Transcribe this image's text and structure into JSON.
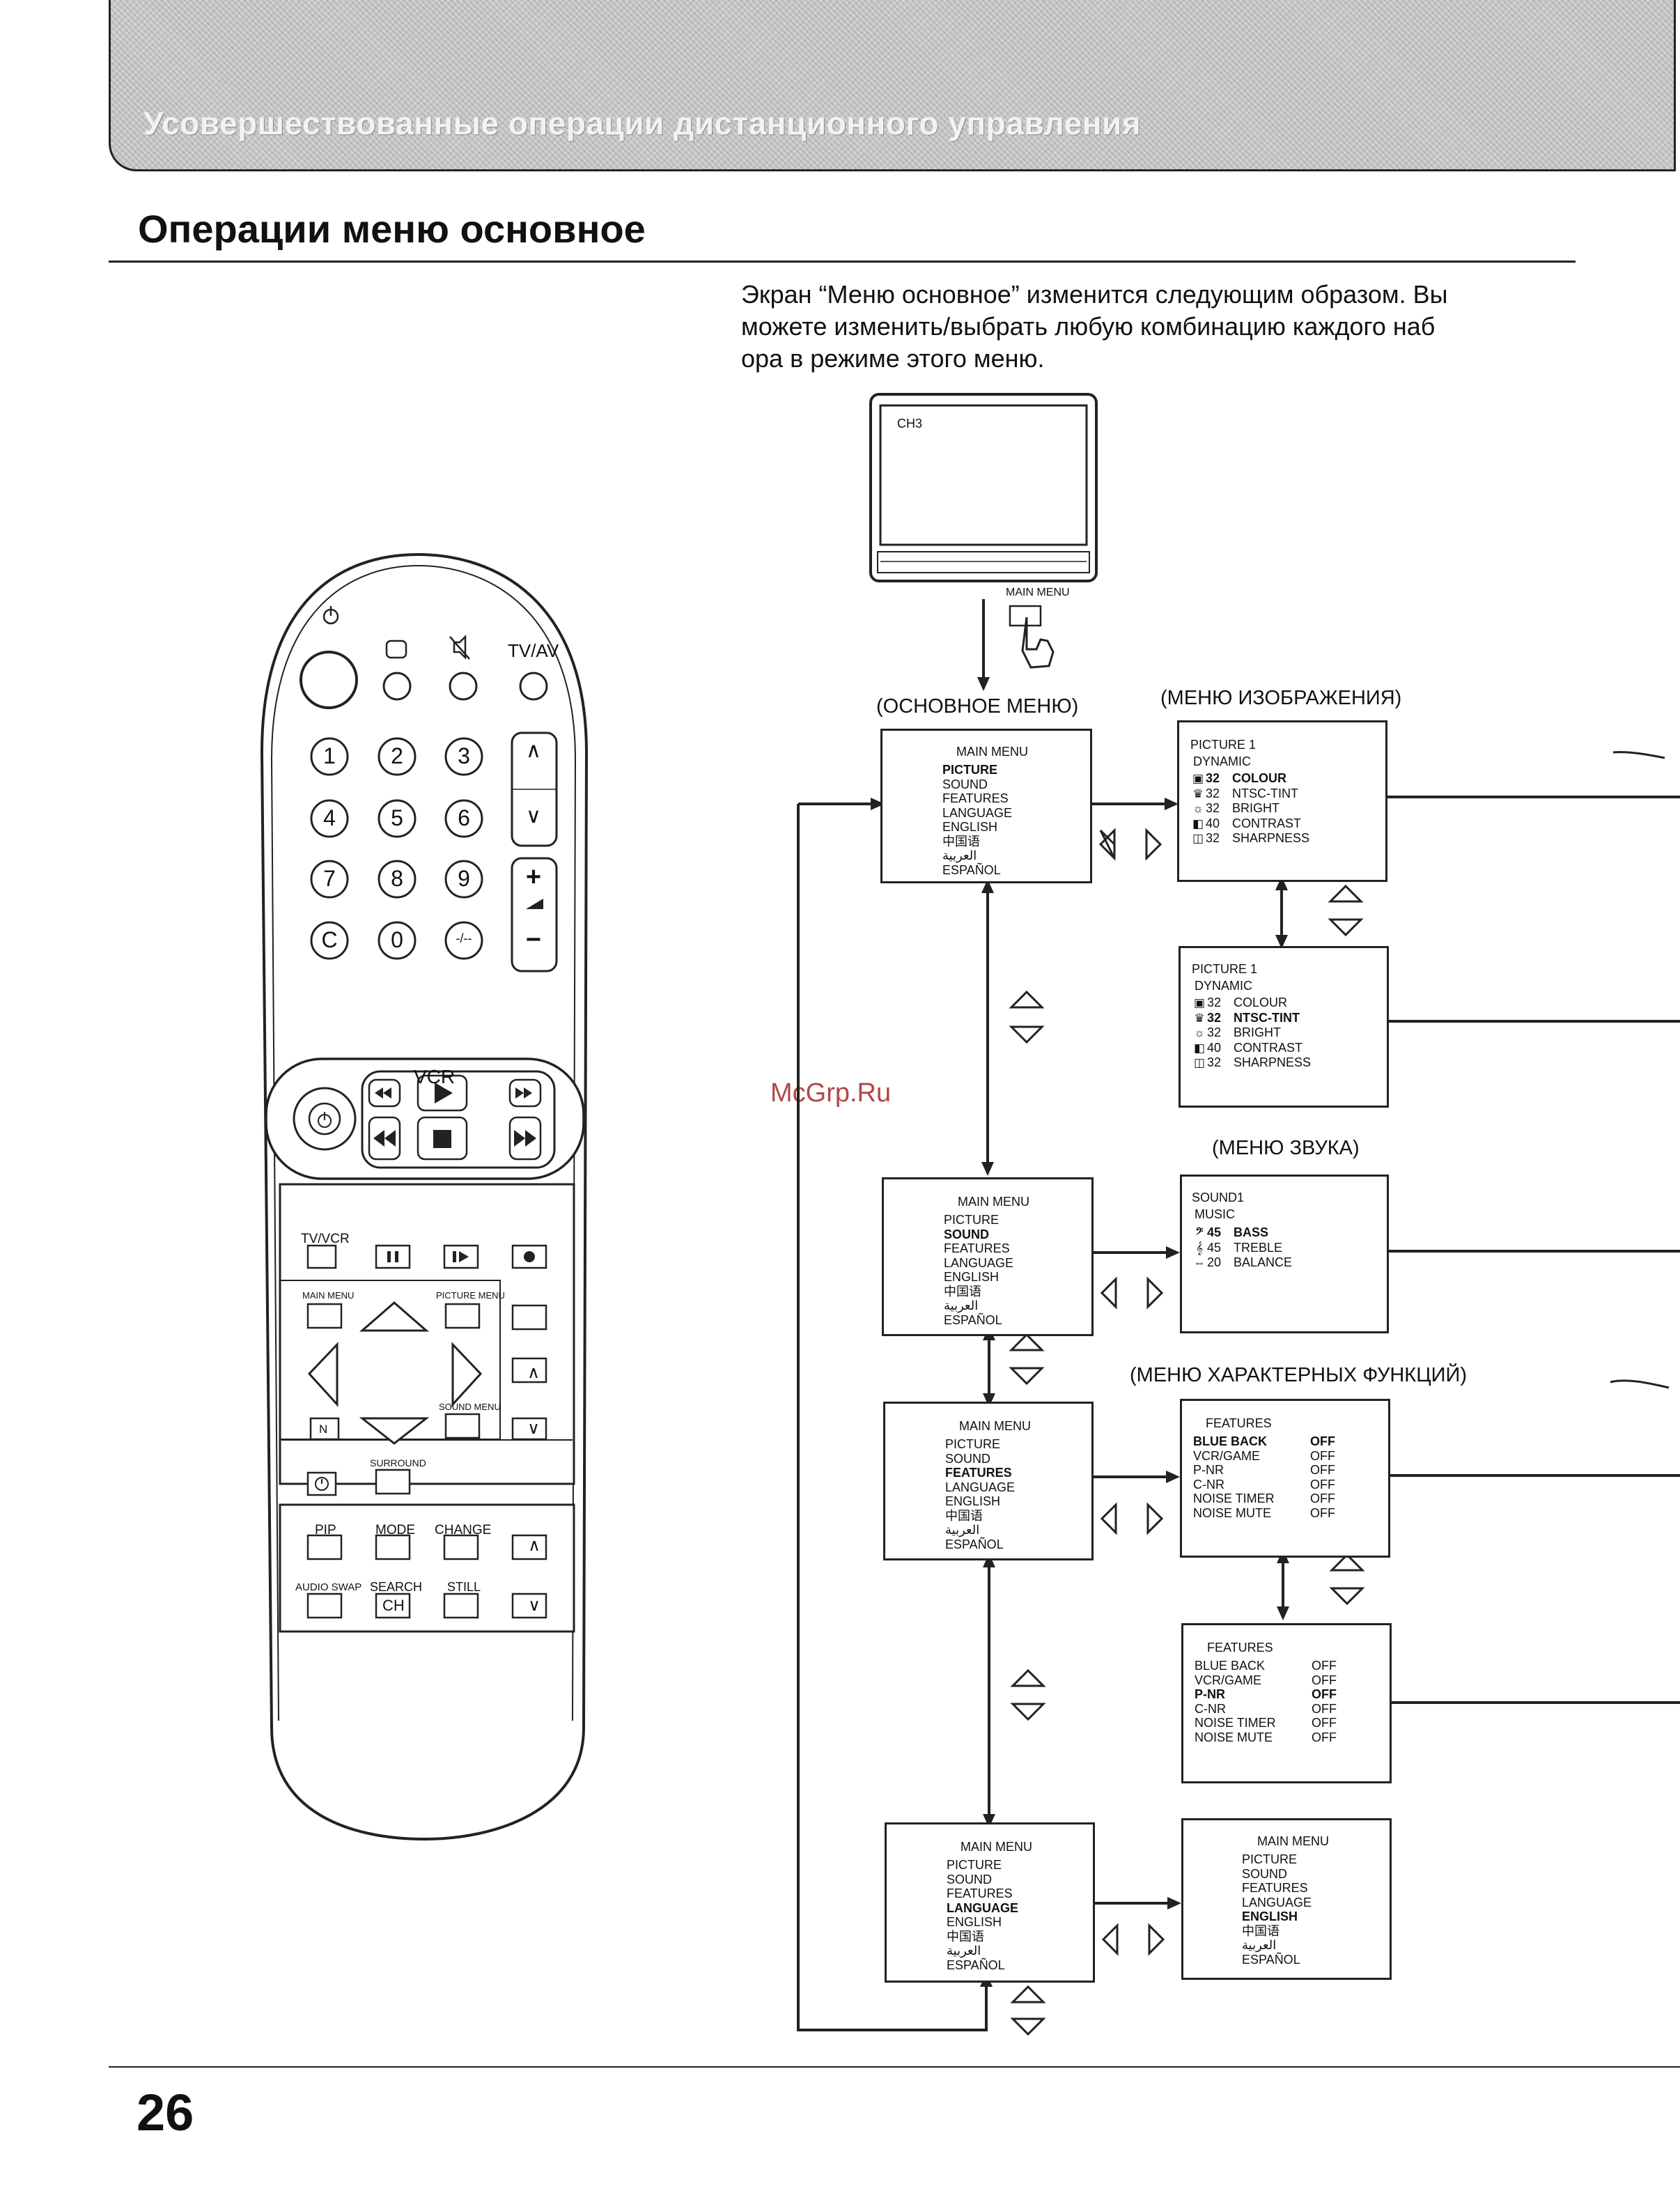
{
  "header": {
    "banner_title": "Усовершествованные операции дистанционного управления",
    "section_title": "Операции меню основное"
  },
  "intro": {
    "lines": [
      "Экран “Меню основное” изменится следующим образом. Вы",
      "можете изменить/выбрать любую комбинацию каждого наб",
      "ора в режиме этого меню."
    ]
  },
  "tv": {
    "channel": "CH3",
    "button_label": "MAIN MENU"
  },
  "headings": {
    "main": "(ОСНОВНОЕ МЕНЮ)",
    "picture": "(МЕНЮ ИЗОБРАЖЕНИЯ)",
    "sound": "(МЕНЮ ЗВУКА)",
    "features": "(МЕНЮ ХАРАКТЕРНЫХ ФУНКЦИЙ)"
  },
  "main_menu": {
    "title": "MAIN MENU",
    "items": [
      "PICTURE",
      "SOUND",
      "FEATURES",
      "LANGUAGE",
      "ENGLISH",
      "中国语",
      "العربية",
      "ESPAÑOL"
    ]
  },
  "picture_menu": {
    "title": "PICTURE 1",
    "mode": "DYNAMIC",
    "rows": [
      {
        "icon": "colour-icon",
        "glyph": "▣",
        "value": "32",
        "label": "COLOUR"
      },
      {
        "icon": "tint-icon",
        "glyph": "♛",
        "value": "32",
        "label": "NTSC-TINT"
      },
      {
        "icon": "bright-icon",
        "glyph": "☼",
        "value": "32",
        "label": "BRIGHT"
      },
      {
        "icon": "contrast-icon",
        "glyph": "◧",
        "value": "40",
        "label": "CONTRAST"
      },
      {
        "icon": "sharpness-icon",
        "glyph": "◫",
        "value": "32",
        "label": "SHARPNESS"
      }
    ]
  },
  "sound_menu": {
    "title": "SOUND1",
    "mode": "MUSIC",
    "rows": [
      {
        "icon": "bass-clef-icon",
        "glyph": "𝄢",
        "value": "45",
        "label": "BASS"
      },
      {
        "icon": "treble-clef-icon",
        "glyph": "𝄞",
        "value": "45",
        "label": "TREBLE"
      },
      {
        "icon": "balance-icon",
        "glyph": "⇔",
        "value": "20",
        "label": "BALANCE"
      }
    ]
  },
  "features_menu": {
    "title": "FEATURES",
    "rows": [
      {
        "label": "BLUE BACK",
        "value": "OFF"
      },
      {
        "label": "VCR/GAME",
        "value": "OFF"
      },
      {
        "label": "P-NR",
        "value": "OFF"
      },
      {
        "label": "C-NR",
        "value": "OFF"
      },
      {
        "label": "NOISE TIMER",
        "value": "OFF"
      },
      {
        "label": "NOISE MUTE",
        "value": "OFF"
      }
    ]
  },
  "remote": {
    "power_symbol": "⏻",
    "tvav": "TV/AV",
    "digits": [
      "1",
      "2",
      "3",
      "4",
      "5",
      "6",
      "7",
      "8",
      "9",
      "C",
      "0",
      "-/--"
    ],
    "ch_up": "∧",
    "ch_down": "∨",
    "vol_up": "+",
    "vol_down": "−",
    "vcr": "VCR",
    "tvvcr": "TV/VCR",
    "main_menu": "MAIN MENU",
    "picture_menu": "PICTURE MENU",
    "sound_menu": "SOUND MENU",
    "n": "N",
    "surround": "SURROUND",
    "pip": "PIP",
    "mode": "MODE",
    "change": "CHANGE",
    "audio_swap": "AUDIO SWAP",
    "search": "SEARCH",
    "still": "STILL",
    "search_key": "CH"
  },
  "page_number": "26",
  "watermark": "McGrp.Ru"
}
